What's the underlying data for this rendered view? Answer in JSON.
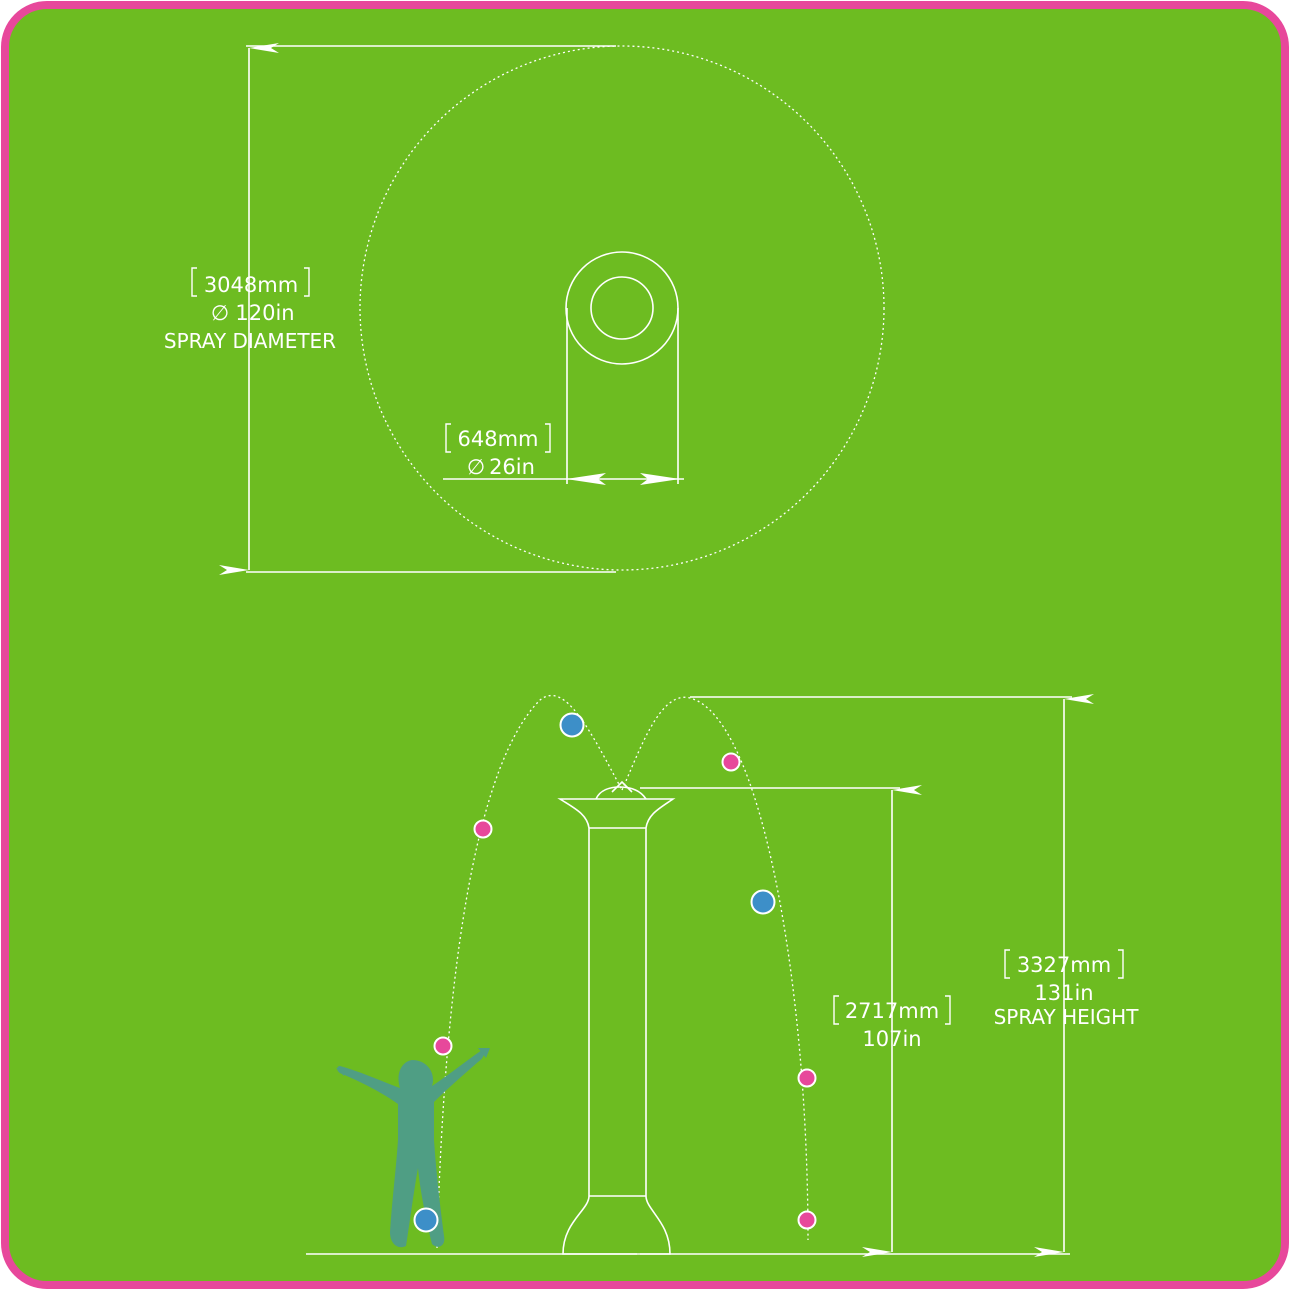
{
  "plan": {
    "diameter_mm": "3048mm",
    "diameter_in": "120in",
    "diameter_label": "SPRAY DIAMETER",
    "base_mm": "648mm",
    "base_in": "26in"
  },
  "elevation": {
    "nozzle_mm": "2717mm",
    "nozzle_in": "107in",
    "spray_mm": "3327mm",
    "spray_in": "131in",
    "spray_label": "SPRAY HEIGHT"
  },
  "colors": {
    "background": "#6dbc21",
    "frame": "#e7489b",
    "line": "#ffffff",
    "ball_blue": "#3d8fc8",
    "ball_pink": "#e7489b",
    "child": "#4f9e84"
  },
  "symbols": {
    "diameter": "∅"
  }
}
